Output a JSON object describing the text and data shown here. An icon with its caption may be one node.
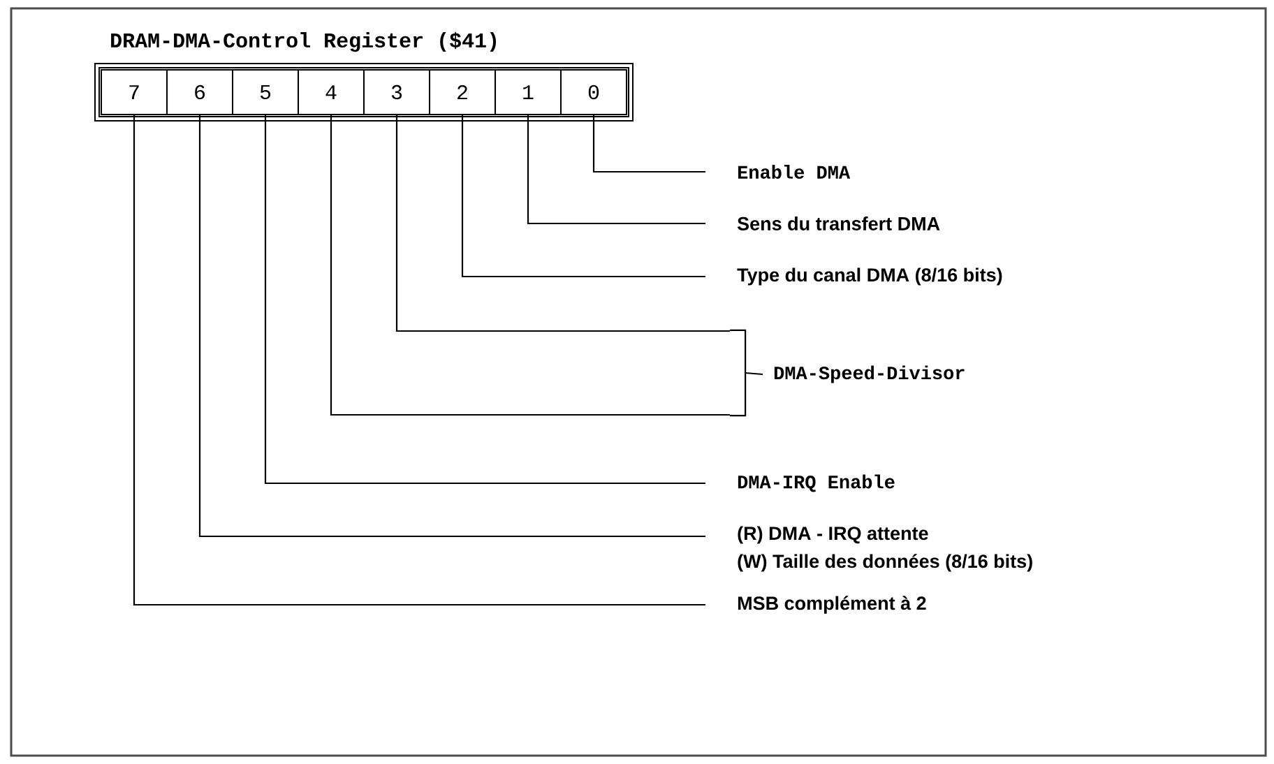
{
  "diagram": {
    "title": "DRAM-DMA-Control Register  ($41)",
    "nodes": [
      {
        "text": [],
        "shape": "box"
      },
      {
        "text": [
          "7"
        ],
        "in": 0
      },
      {
        "text": [
          "6"
        ],
        "in": 0
      },
      {
        "text": [
          "5"
        ],
        "in": 0
      },
      {
        "text": [
          "4"
        ],
        "in": 0
      },
      {
        "text": [
          "3"
        ],
        "in": 0
      },
      {
        "text": [
          "2"
        ],
        "in": 0
      },
      {
        "text": [
          "1"
        ],
        "in": 0
      },
      {
        "text": [
          "0"
        ],
        "in": 0
      },
      {
        "text": [
          "Enable DMA"
        ]
      },
      {
        "text": [
          "Sens du transfert DMA"
        ]
      },
      {
        "text": [
          "Type du canal DMA (8/16 bits)"
        ]
      },
      {
        "text": [],
        "shape": "bracket"
      },
      {
        "text": [
          "DMA-Speed-Divisor"
        ]
      },
      {
        "text": [
          "DMA-IRQ Enable"
        ]
      },
      {
        "text": [
          "(R) DMA - IRQ attente",
          "(W) Taille des données (8/16 bits)"
        ]
      },
      {
        "text": [
          "MSB complément à 2"
        ]
      }
    ],
    "edges": [
      {
        "from": 8,
        "to": 9,
        "arrow": "none"
      },
      {
        "from": 7,
        "to": 10,
        "arrow": "none"
      },
      {
        "from": 6,
        "to": 11,
        "arrow": "none"
      },
      {
        "from": 5,
        "to": 12,
        "arrow": "none"
      },
      {
        "from": 4,
        "to": 12,
        "arrow": "none"
      },
      {
        "from": 12,
        "to": 13,
        "arrow": "none"
      },
      {
        "from": 3,
        "to": 14,
        "arrow": "none"
      },
      {
        "from": 2,
        "to": 15,
        "arrow": "none"
      },
      {
        "from": 1,
        "to": 16,
        "arrow": "none"
      }
    ]
  }
}
